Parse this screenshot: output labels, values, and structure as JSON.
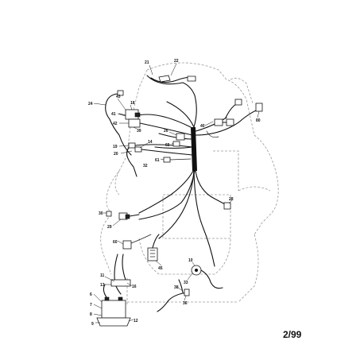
{
  "page_number": "2/99",
  "callouts": {
    "c21": "21",
    "c22": "22",
    "c24": "24",
    "c43": "43",
    "c18": "18",
    "c41": "41",
    "c42": "42",
    "c39": "39",
    "c19": "19",
    "c14": "14",
    "c20": "20",
    "c40": "40",
    "c80": "80",
    "c26": "26",
    "c65": "65",
    "c61": "61",
    "c28": "28",
    "c30": "30",
    "c29": "29",
    "c10": "10",
    "c60": "60",
    "c45": "45",
    "c33": "33",
    "c11": "11",
    "c13": "13",
    "c16": "16",
    "c6": "6",
    "c7": "7",
    "c8": "8",
    "c9": "9",
    "c12": "12",
    "c38": "38",
    "c36": "36",
    "c32": "32"
  }
}
